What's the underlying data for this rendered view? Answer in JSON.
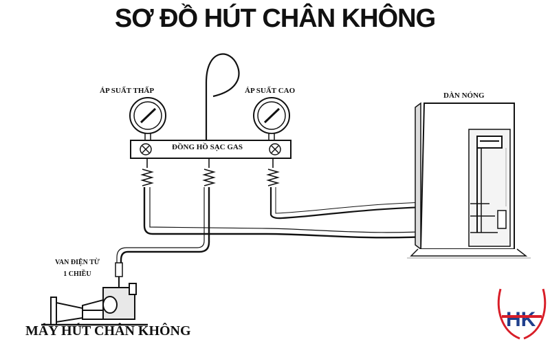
{
  "diagram": {
    "title": "SƠ ĐỒ HÚT CHÂN KHÔNG",
    "labels": {
      "low_pressure": "ÁP SUẤT THẤP",
      "high_pressure": "ÁP SUẤT CAO",
      "manifold": "ĐỒNG HỒ SẠC GAS",
      "condenser": "DÀN NÓNG",
      "solenoid_valve_line1": "VAN ĐIỆN TỪ",
      "solenoid_valve_line2": "1 CHIỀU",
      "vacuum_pump": "MÁY HÚT CHÂN KHÔNG"
    },
    "logo": {
      "text": "HK",
      "colors": {
        "primary": "#d81e28",
        "secondary": "#1f3f8c"
      }
    }
  }
}
